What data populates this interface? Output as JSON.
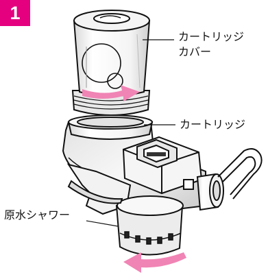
{
  "step": {
    "number": "1",
    "color": "#e4007f"
  },
  "labels": {
    "cartridge_cover_line1": "カートリッジ",
    "cartridge_cover_line2": "カバー",
    "cartridge": "カートリッジ",
    "raw_water_shower": "原水シャワー"
  },
  "arrow_color": "#f084b4"
}
